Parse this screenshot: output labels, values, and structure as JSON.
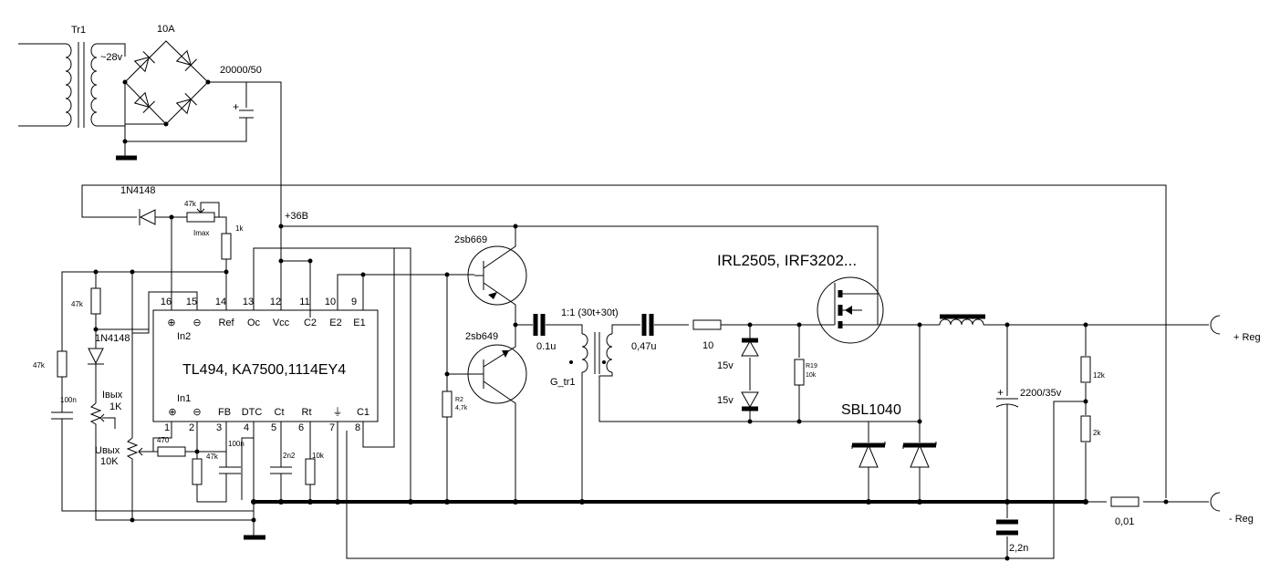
{
  "transformer": {
    "ref": "Tr1",
    "voltage": "~28v"
  },
  "bridge": {
    "fuse": "10A",
    "capacitor": "20000/50"
  },
  "rails": {
    "supply": "+36B"
  },
  "feedback": {
    "diode": "1N4148",
    "pot": "47k",
    "pot_label": "Imax",
    "resistor": "1k"
  },
  "ic": {
    "title": "TL494, KA7500,1114EY4",
    "top_pins": [
      {
        "num": "16",
        "name": "⊕"
      },
      {
        "num": "15",
        "name": "⊖"
      },
      {
        "num": "14",
        "name": "Ref"
      },
      {
        "num": "13",
        "name": "Oc"
      },
      {
        "num": "12",
        "name": "Vcc"
      },
      {
        "num": "11",
        "name": "C2"
      },
      {
        "num": "10",
        "name": "E2"
      },
      {
        "num": "9",
        "name": "E1"
      }
    ],
    "bottom_pins": [
      {
        "num": "1",
        "name": "⊕"
      },
      {
        "num": "2",
        "name": "⊖"
      },
      {
        "num": "3",
        "name": "FB"
      },
      {
        "num": "4",
        "name": "DTC"
      },
      {
        "num": "5",
        "name": "Ct"
      },
      {
        "num": "6",
        "name": "Rt"
      },
      {
        "num": "7",
        "name": "⏚"
      },
      {
        "num": "8",
        "name": "C1"
      }
    ],
    "in2": "In2",
    "in1": "In1"
  },
  "left_parts": {
    "r_top": "47k",
    "diode": "1N4148",
    "r_side": "47k",
    "cap_side": "100n",
    "pot_i_label": "Iвых",
    "pot_i_value": "1K",
    "pot_u_label": "Uвых",
    "pot_u_value": "10K",
    "r_series": "470",
    "r_fb": "47k",
    "c_fb": "100n",
    "c_ct": "2n2",
    "r_rt": "10k"
  },
  "driver": {
    "q_top": "2sb669",
    "q_bottom": "2sb649",
    "r2_ref": "R2",
    "r2_val": "4,7k",
    "c1": "0.1u",
    "transformer_ratio": "1:1 (30t+30t)",
    "transformer_ref": "G_tr1",
    "c2": "0,47u",
    "r_gate": "10",
    "zener_top": "15v",
    "zener_bottom": "15v",
    "r19_ref": "R19",
    "r19_val": "10k"
  },
  "power": {
    "mosfet": "IRL2505, IRF3202...",
    "schottky": "SBL1040",
    "cap_out": "2200/35v",
    "r_div_top": "12k",
    "r_div_bot": "2k",
    "shunt": "0,01",
    "cap_gnd": "2,2n"
  },
  "outputs": {
    "plus": "+ Reg",
    "minus": "-  Reg"
  }
}
